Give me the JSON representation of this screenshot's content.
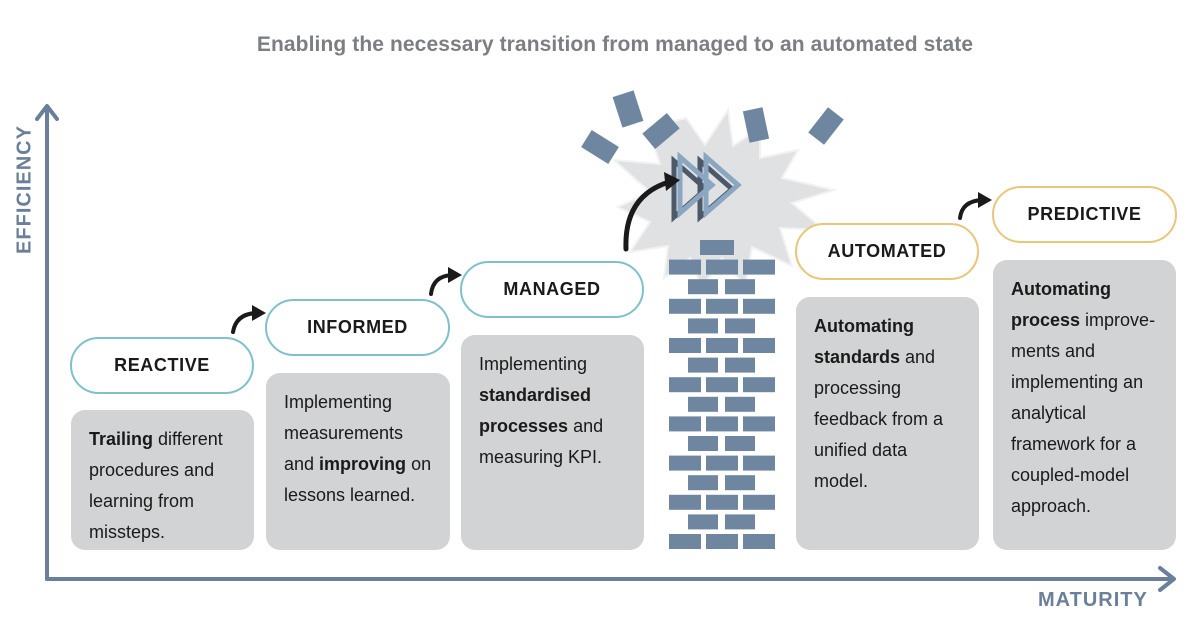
{
  "title": "Enabling the necessary transition from managed to an automated state",
  "axes": {
    "y": "EFFICIENCY",
    "x": "MATURITY"
  },
  "stages": [
    {
      "label": "REACTIVE",
      "desc": [
        {
          "t": "Trailing",
          "b": true
        },
        {
          "t": " different procedures and learning from missteps.",
          "b": false
        }
      ]
    },
    {
      "label": "INFORMED",
      "desc": [
        {
          "t": "Implementing measurements and ",
          "b": false
        },
        {
          "t": "improving",
          "b": true
        },
        {
          "t": " on lessons learned.",
          "b": false
        }
      ]
    },
    {
      "label": "MANAGED",
      "desc": [
        {
          "t": "Implementing ",
          "b": false
        },
        {
          "t": "standardised processes",
          "b": true
        },
        {
          "t": " and measuring KPI.",
          "b": false
        }
      ]
    },
    {
      "label": "AUTOMATED",
      "desc": [
        {
          "t": "Automating standards",
          "b": true
        },
        {
          "t": " and processing feedback from a unified data model.",
          "b": false
        }
      ]
    },
    {
      "label": "PREDICTIVE",
      "desc": [
        {
          "t": "Automating process",
          "b": true
        },
        {
          "t": " improve-ments and implementing an analytical framework for a coupled-model approach.",
          "b": false
        }
      ]
    }
  ],
  "colors": {
    "axis": "#6a7f99",
    "teal_border": "#7fc1cb",
    "gold_border": "#e9c67b",
    "card": "#d2d3d5",
    "brick": "#6f86a1",
    "title": "#7b7e82"
  },
  "icons": {
    "transition": "fast-forward-icon",
    "wall": "brick-wall-icon",
    "burst": "explosion-burst-icon",
    "step": "curved-arrow-icon"
  }
}
